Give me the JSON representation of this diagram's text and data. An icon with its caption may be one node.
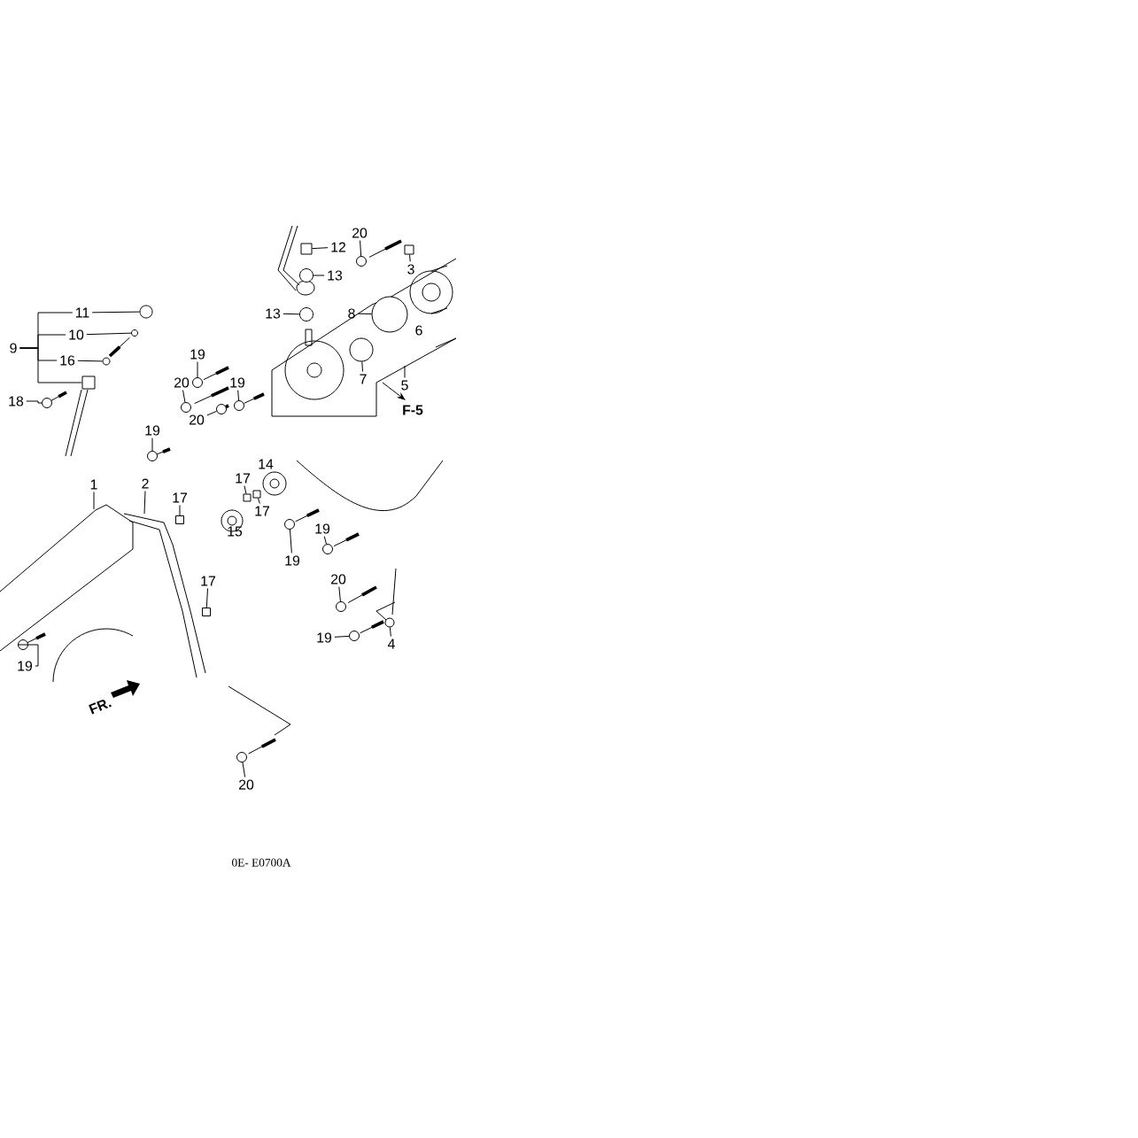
{
  "diagram": {
    "nodes": [
      {
        "text": [
          "11"
        ]
      },
      {
        "text": [
          "10"
        ]
      },
      {
        "text": [
          "16"
        ]
      },
      {
        "text": [
          "9"
        ]
      },
      {
        "text": [
          "18"
        ]
      },
      {
        "text": [
          "19"
        ]
      },
      {
        "text": [
          "20"
        ]
      },
      {
        "text": [
          "20"
        ]
      },
      {
        "text": [
          "19"
        ]
      },
      {
        "text": [
          "19"
        ]
      },
      {
        "text": [
          "12"
        ]
      },
      {
        "text": [
          "13"
        ]
      },
      {
        "text": [
          "13"
        ]
      },
      {
        "text": [
          "20"
        ]
      },
      {
        "text": [
          "3"
        ]
      },
      {
        "text": [
          "8"
        ]
      },
      {
        "text": [
          "6"
        ]
      },
      {
        "text": [
          "7"
        ]
      },
      {
        "text": [
          "5"
        ]
      },
      {
        "text": [
          "1"
        ]
      },
      {
        "text": [
          "2"
        ]
      },
      {
        "text": [
          "17"
        ]
      },
      {
        "text": [
          "17"
        ]
      },
      {
        "text": [
          "19"
        ]
      },
      {
        "text": [
          "14"
        ]
      },
      {
        "text": [
          "17"
        ]
      },
      {
        "text": [
          "17"
        ]
      },
      {
        "text": [
          "15"
        ]
      },
      {
        "text": [
          "19"
        ]
      },
      {
        "text": [
          "19"
        ]
      },
      {
        "text": [
          "20"
        ]
      },
      {
        "text": [
          "19"
        ]
      },
      {
        "text": [
          "4"
        ]
      },
      {
        "text": [
          "20"
        ]
      },
      {
        "text": [],
        "shape": "box"
      },
      {
        "text": [],
        "shape": "circle"
      },
      {
        "text": [],
        "shape": "circle"
      },
      {
        "text": [],
        "shape": "circle"
      },
      {
        "text": [],
        "shape": "circle"
      },
      {
        "text": [],
        "shape": "circle"
      },
      {
        "text": [],
        "shape": "circle"
      },
      {
        "text": [],
        "shape": "circle"
      },
      {
        "text": [],
        "shape": "circle"
      },
      {
        "text": [],
        "shape": "circle"
      },
      {
        "text": [],
        "shape": "box"
      },
      {
        "text": [],
        "shape": "circle"
      },
      {
        "text": [],
        "shape": "circle"
      },
      {
        "text": [],
        "shape": "circle"
      },
      {
        "text": [],
        "shape": "box"
      },
      {
        "text": [],
        "shape": "circle"
      },
      {
        "text": [],
        "shape": "circle"
      },
      {
        "text": [],
        "shape": "box"
      },
      {
        "text": [],
        "shape": "box"
      },
      {
        "text": [],
        "shape": "circle"
      },
      {
        "text": [],
        "shape": "box"
      },
      {
        "text": [],
        "shape": "box"
      },
      {
        "text": [],
        "shape": "circle"
      },
      {
        "text": [],
        "shape": "circle"
      },
      {
        "text": [],
        "shape": "circle"
      },
      {
        "text": [],
        "shape": "circle"
      },
      {
        "text": [],
        "shape": "circle"
      },
      {
        "text": [],
        "shape": "circle"
      }
    ],
    "edges": [
      {
        "from": 3,
        "to": 0,
        "arrow": "none"
      },
      {
        "from": 3,
        "to": 1,
        "arrow": "none"
      },
      {
        "from": 3,
        "to": 2,
        "arrow": "none"
      },
      {
        "from": 3,
        "to": 34,
        "arrow": "none"
      },
      {
        "from": 0,
        "to": 35,
        "arrow": "none"
      },
      {
        "from": 1,
        "to": 36,
        "arrow": "none"
      },
      {
        "from": 2,
        "to": 37,
        "arrow": "none"
      },
      {
        "from": 4,
        "to": 38,
        "arrow": "none"
      },
      {
        "from": 5,
        "to": 39,
        "arrow": "none"
      },
      {
        "from": 6,
        "to": 40,
        "arrow": "none"
      },
      {
        "from": 7,
        "to": 41,
        "arrow": "none"
      },
      {
        "from": 8,
        "to": 42,
        "arrow": "none"
      },
      {
        "from": 9,
        "to": 43,
        "arrow": "none"
      },
      {
        "from": 10,
        "to": 44,
        "arrow": "none"
      },
      {
        "from": 11,
        "to": 45,
        "arrow": "none"
      },
      {
        "from": 12,
        "to": 46,
        "arrow": "none"
      },
      {
        "from": 13,
        "to": 47,
        "arrow": "none"
      },
      {
        "from": 14,
        "to": 48,
        "arrow": "none"
      },
      {
        "from": 15,
        "to": 49,
        "arrow": "none"
      },
      {
        "from": 17,
        "to": 50,
        "arrow": "none"
      },
      {
        "from": 18,
        "to": null,
        "arrow": "none"
      },
      {
        "from": 19,
        "to": null,
        "arrow": "none"
      },
      {
        "from": 20,
        "to": null,
        "arrow": "none"
      },
      {
        "from": 21,
        "to": 51,
        "arrow": "none"
      },
      {
        "from": 22,
        "to": 52,
        "arrow": "none"
      },
      {
        "from": 23,
        "to": 53,
        "arrow": "none"
      },
      {
        "from": 25,
        "to": 54,
        "arrow": "none"
      },
      {
        "from": 26,
        "to": 55,
        "arrow": "none"
      },
      {
        "from": 28,
        "to": 56,
        "arrow": "none"
      },
      {
        "from": 29,
        "to": 57,
        "arrow": "none"
      },
      {
        "from": 30,
        "to": 58,
        "arrow": "none"
      },
      {
        "from": 31,
        "to": 59,
        "arrow": "none"
      },
      {
        "from": 32,
        "to": 60,
        "arrow": "none"
      },
      {
        "from": 33,
        "to": 61,
        "arrow": "none"
      }
    ],
    "labels": [
      "F-5",
      "FR.",
      "0E- E0700A"
    ]
  }
}
